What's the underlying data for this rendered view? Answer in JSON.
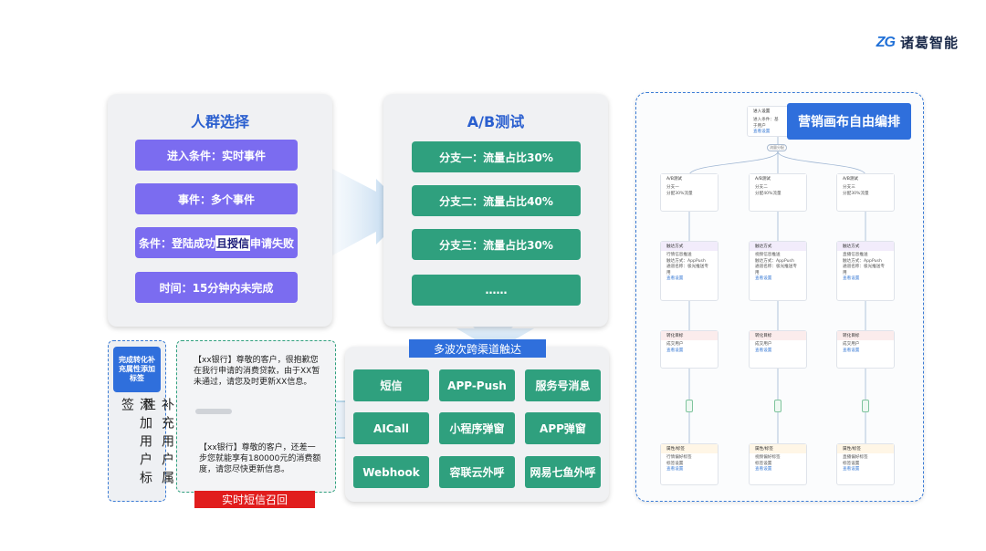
{
  "brand": {
    "logo_mark": "ZG",
    "name": "诸葛智能"
  },
  "crowd": {
    "title": "人群选择",
    "items": [
      {
        "text": "进入条件：实时事件"
      },
      {
        "text": "事件：多个事件"
      },
      {
        "pre": "条件：登陆成功",
        "highlight": "且授信",
        "post": "申请失败"
      },
      {
        "text": "时间：15分钟内未完成"
      }
    ]
  },
  "ab": {
    "title": "A/B测试",
    "branches": [
      "分支一：流量占比30%",
      "分支二：流量占比40%",
      "分支三：流量占比30%",
      "……"
    ]
  },
  "channel": {
    "title": "多波次跨渠道触达",
    "buttons": [
      "短信",
      "APP-Push",
      "服务号消息",
      "AICall",
      "小程序弹窗",
      "APP弹窗",
      "Webhook",
      "容联云外呼",
      "网易七鱼外呼"
    ]
  },
  "sms": {
    "message1": "【xx银行】尊敬的客户，很抱歉您在我行申请的消费贷款，由于XX暂未通过，请您及时更新XX信息。",
    "message2": "【xx银行】尊敬的客户，还差一步您就能享有180000元的消费额度，请您尽快更新信息。",
    "badge": "实时短信召回"
  },
  "tag": {
    "box": "完成转化补充属性添加标签",
    "col_left": "添加用户标签",
    "col_right": "补充用户属性"
  },
  "canvas": {
    "title": "营销画布自由编排",
    "entry": {
      "title": "进入设置",
      "line1": "进入条件：基于用户",
      "link": "查看设置"
    },
    "branch_pill": "流量分配",
    "columns": [
      {
        "ab": {
          "title": "A/B测试",
          "line1": "分支一",
          "line2": "分配30%流量"
        },
        "touch": {
          "title": "触达方式",
          "line1": "行情信息推送",
          "line2": "触达方式：AppPush",
          "line3": "通道名称：极光推送专用",
          "link": "查看设置"
        },
        "goal": {
          "title": "转化目标",
          "line1": "成交用户",
          "link": "查看设置"
        },
        "attr": {
          "title": "属性/标签",
          "line1": "行情偏好标签",
          "line2": "标签设置",
          "link": "查看设置"
        }
      },
      {
        "ab": {
          "title": "A/B测试",
          "line1": "分支二",
          "line2": "分配40%流量"
        },
        "touch": {
          "title": "触达方式",
          "line1": "视频信息推送",
          "line2": "触达方式：AppPush",
          "line3": "通道名称：极光推送专用",
          "link": "查看设置"
        },
        "goal": {
          "title": "转化目标",
          "line1": "成交用户",
          "link": "查看设置"
        },
        "attr": {
          "title": "属性/标签",
          "line1": "视频偏好标签",
          "line2": "标签设置",
          "link": "查看设置"
        }
      },
      {
        "ab": {
          "title": "A/B测试",
          "line1": "分支三",
          "line2": "分配30%流量"
        },
        "touch": {
          "title": "触达方式",
          "line1": "直播信息推送",
          "line2": "触达方式：AppPush",
          "line3": "通道名称：极光推送专用",
          "link": "查看设置"
        },
        "goal": {
          "title": "转化目标",
          "line1": "成交用户",
          "link": "查看设置"
        },
        "attr": {
          "title": "属性/标签",
          "line1": "直播偏好标签",
          "line2": "标签设置",
          "link": "查看设置"
        }
      }
    ]
  },
  "colors": {
    "purple": "#7b6cf0",
    "green": "#2fa07e",
    "blue": "#2f6fdc",
    "title_blue": "#2a5fcf",
    "red": "#e11d1d"
  }
}
